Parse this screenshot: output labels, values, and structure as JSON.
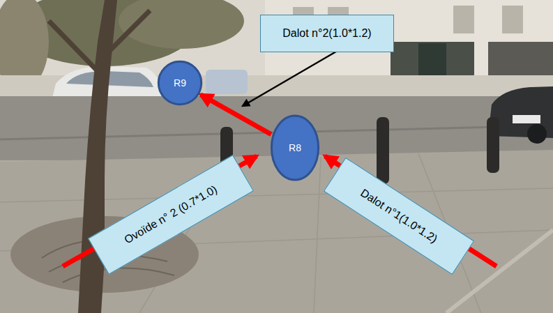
{
  "diagram": {
    "nodes": [
      {
        "text": [
          "Dalot n°2(1.0*1.2)"
        ]
      },
      {
        "text": [
          "R9"
        ]
      },
      {
        "text": [
          "R8"
        ]
      },
      {
        "text": [
          "Ovoïde n° 2 (0.7*1.0)"
        ]
      },
      {
        "text": [
          "Dalot n°1(1.0*1.2)"
        ]
      }
    ],
    "edges": [
      {
        "from": 2,
        "to": 1,
        "arrow": "to"
      }
    ]
  }
}
